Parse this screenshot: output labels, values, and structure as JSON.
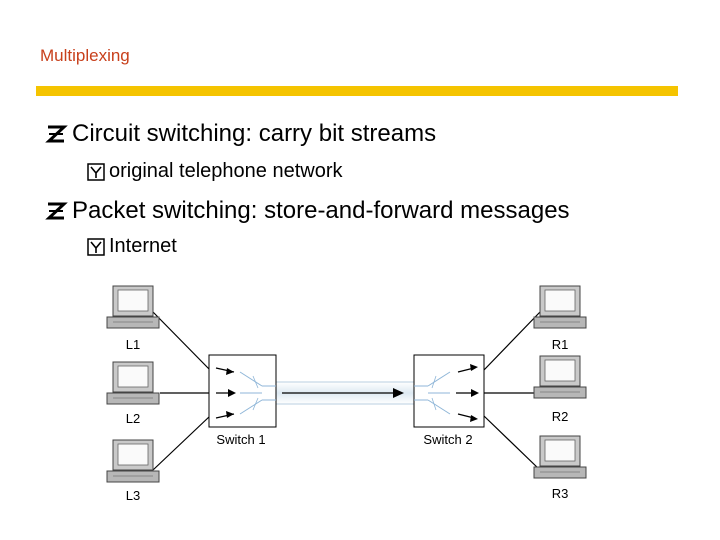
{
  "slide": {
    "title": "Multiplexing"
  },
  "bullets": [
    {
      "text": "Circuit switching: carry bit streams",
      "sub": [
        {
          "text": "original telephone network"
        }
      ]
    },
    {
      "text": "Packet switching: store-and-forward messages",
      "sub": [
        {
          "text": "Internet"
        }
      ]
    }
  ],
  "diagram": {
    "left_hosts": [
      "L1",
      "L2",
      "L3"
    ],
    "right_hosts": [
      "R1",
      "R2",
      "R3"
    ],
    "switches": [
      "Switch 1",
      "Switch 2"
    ]
  },
  "colors": {
    "title": "#c8401c",
    "accent_bar": "#f5c400"
  }
}
